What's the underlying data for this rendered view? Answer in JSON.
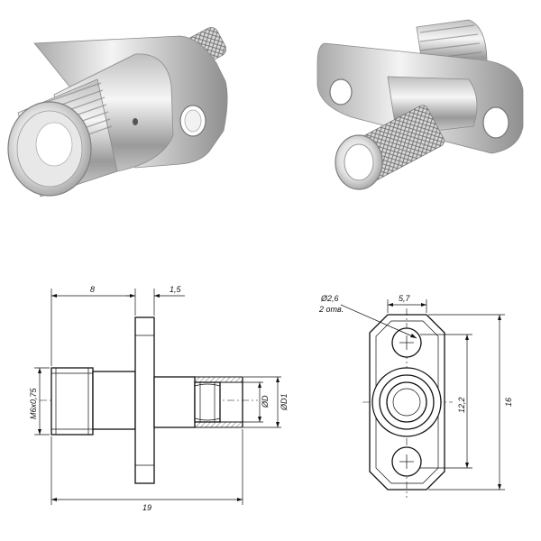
{
  "photos": {
    "front_view": "sma-female-connector-photo-front",
    "rear_view": "sma-female-connector-photo-rear"
  },
  "side_drawing": {
    "dim_top_left": "8",
    "dim_top_right": "1,5",
    "dim_thread": "M6x0,75",
    "dim_inner_d": "ØD",
    "dim_outer_d": "ØD1",
    "dim_total": "19"
  },
  "front_drawing": {
    "dim_hole_dia": "Ø2,6",
    "dim_hole_count": "2 отв.",
    "dim_width": "5,7",
    "dim_hole_spacing": "12,2",
    "dim_height": "16"
  },
  "colors": {
    "line": "#111111",
    "metal_light": "#eeeeee",
    "metal_dark": "#8a8a8a"
  }
}
